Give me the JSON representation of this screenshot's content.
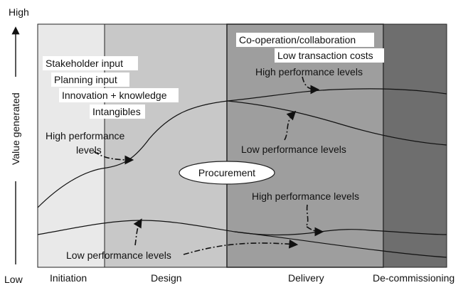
{
  "axis": {
    "y_label": "Value generated",
    "high": "High",
    "low": "Low"
  },
  "phases": [
    "Initiation",
    "Design",
    "Delivery",
    "De-commissioning"
  ],
  "panel_colors": [
    "#e9e9e9",
    "#c8c8c8",
    "#9e9e9e",
    "#6e6e6e"
  ],
  "labels": {
    "stakeholder": "Stakeholder input",
    "planning": "Planning input",
    "innovation": "Innovation + knowledge",
    "intangibles": "Intangibles",
    "high_perf_1_line1": "High performance",
    "high_perf_1_line2": "levels",
    "procurement": "Procurement",
    "cooperation": "Co-operation/collaboration",
    "low_transaction": "Low transaction costs",
    "high_perf_2": "High performance levels",
    "low_perf_2": "Low performance levels",
    "high_perf_3": "High performance levels",
    "low_perf_1": "Low performance levels"
  }
}
